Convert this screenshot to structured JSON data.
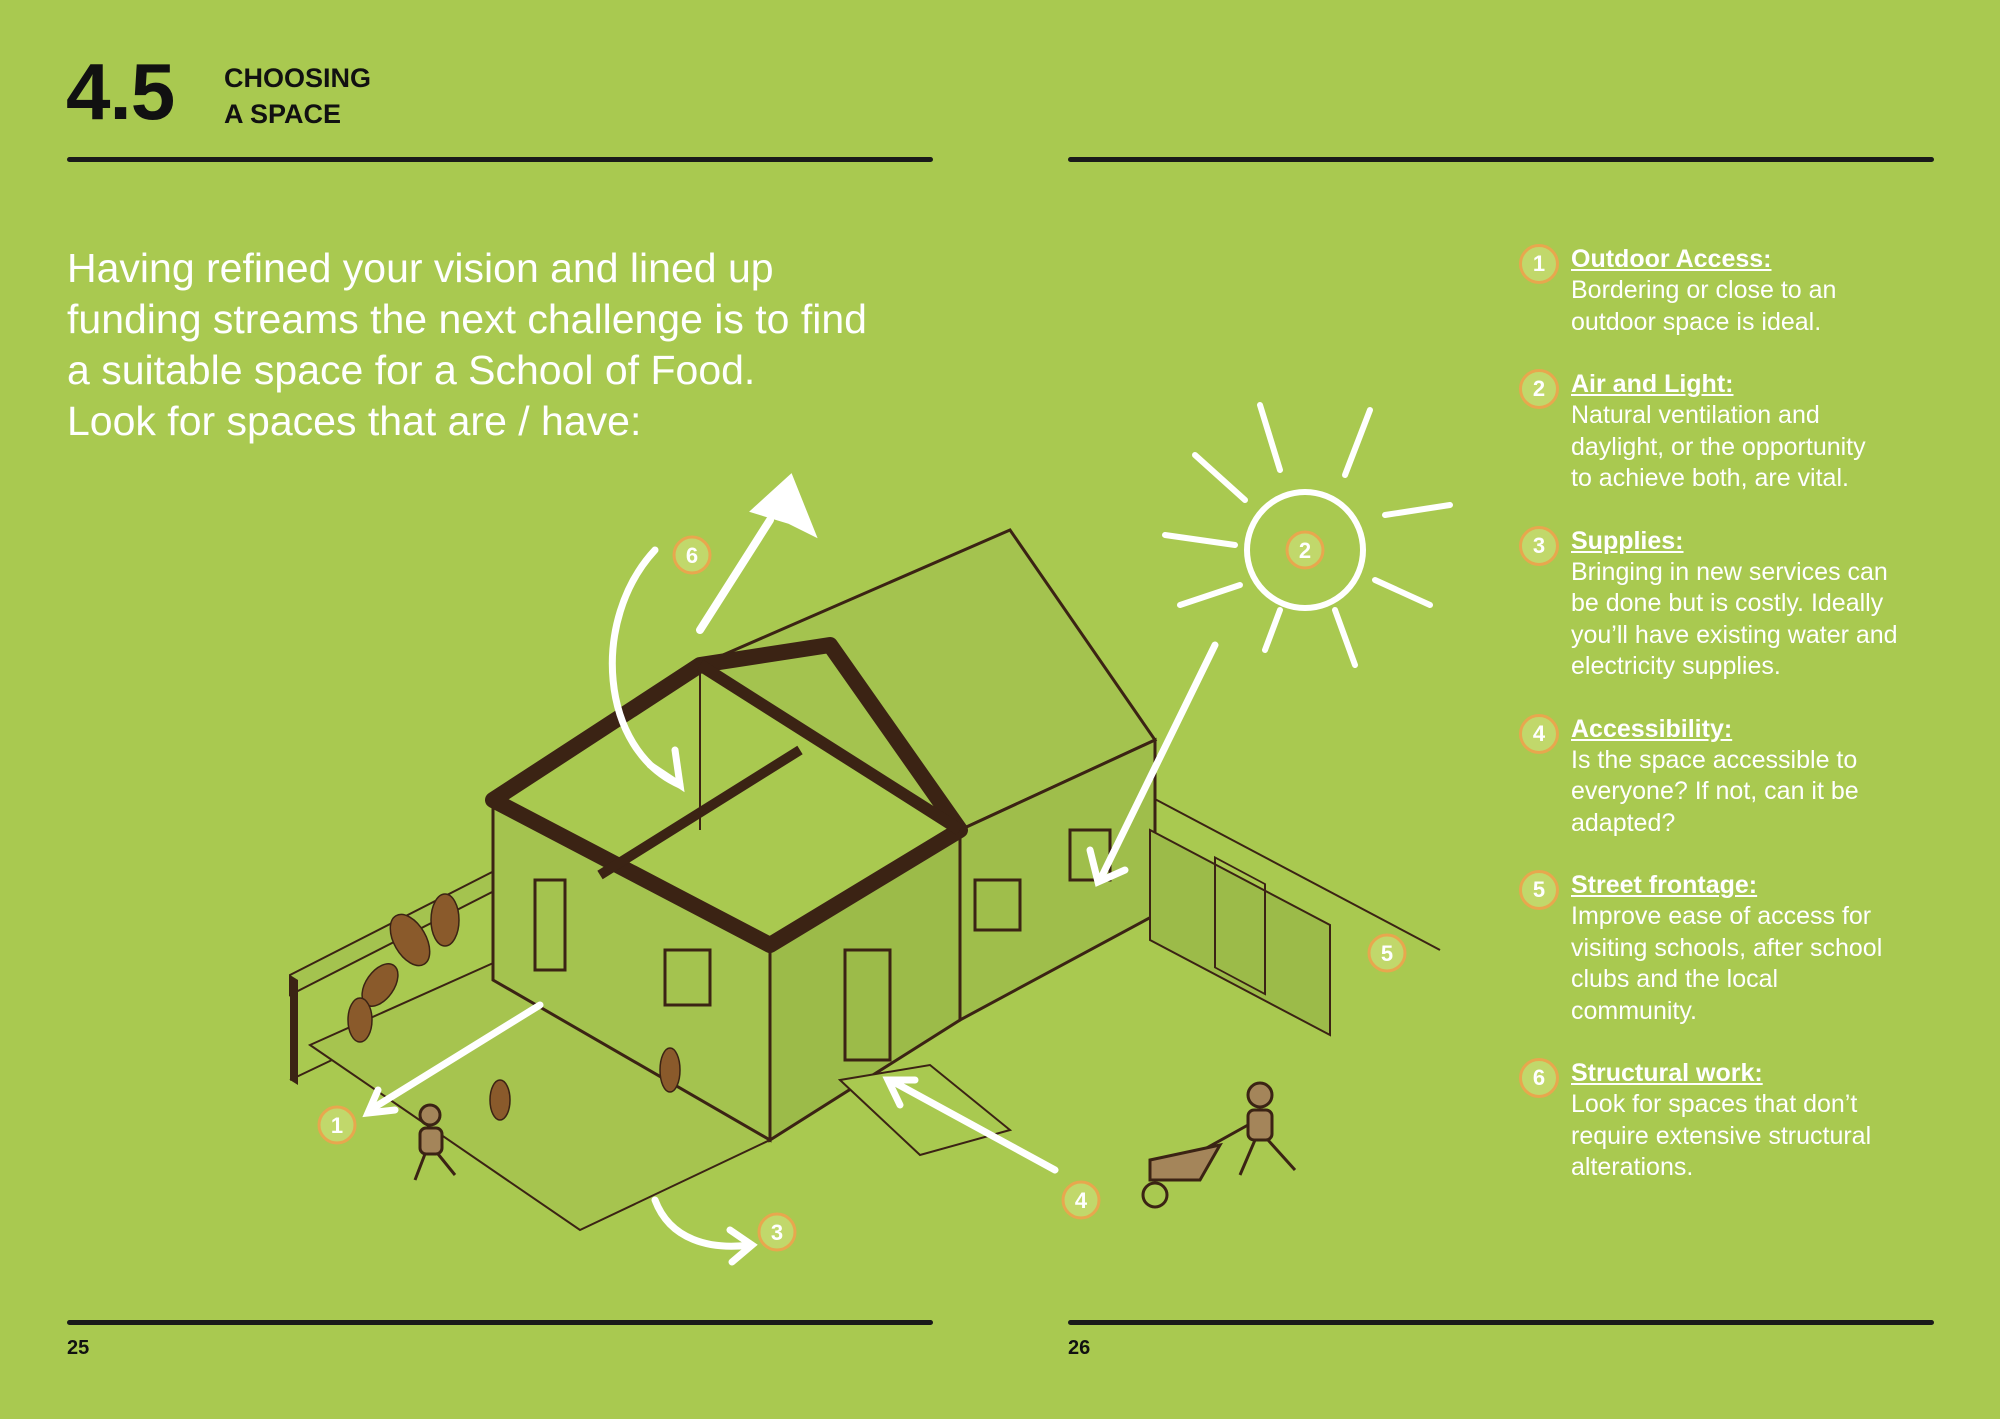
{
  "header": {
    "section_number": "4.5",
    "title_line1": "CHOOSING",
    "title_line2": "A SPACE"
  },
  "intro": {
    "lines": [
      "Having refined your vision and lined up",
      "funding streams the next challenge is to find",
      "a suitable space for a School of Food.",
      "Look for spaces that are / have:"
    ]
  },
  "illustration": {
    "callouts": [
      "1",
      "2",
      "3",
      "4",
      "5",
      "6"
    ]
  },
  "criteria": [
    {
      "number": "1",
      "title": "Outdoor Access:",
      "description": "Bordering or close to an\noutdoor space is ideal."
    },
    {
      "number": "2",
      "title": "Air and Light:",
      "description": "Natural ventilation and\ndaylight, or the opportunity\nto achieve both, are vital."
    },
    {
      "number": "3",
      "title": "Supplies:",
      "description": "Bringing in new services can\nbe done but is costly. Ideally\nyou’ll have existing water and\nelectricity supplies."
    },
    {
      "number": "4",
      "title": "Accessibility:",
      "description": "Is the space accessible to\neveryone? If not, can it be\nadapted?"
    },
    {
      "number": "5",
      "title": "Street frontage:",
      "description": "Improve ease of access for\nvisiting schools, after school\nclubs and the local\ncommunity."
    },
    {
      "number": "6",
      "title": "Structural work:",
      "description": "Look for spaces that don’t\nrequire extensive structural\nalterations."
    }
  ],
  "footer": {
    "left_page": "25",
    "right_page": "26"
  },
  "colors": {
    "background": "#a9c950",
    "accent_ring": "#e8a74e",
    "text": "#ffffff",
    "ink": "#111111",
    "outline": "#3b2314"
  }
}
